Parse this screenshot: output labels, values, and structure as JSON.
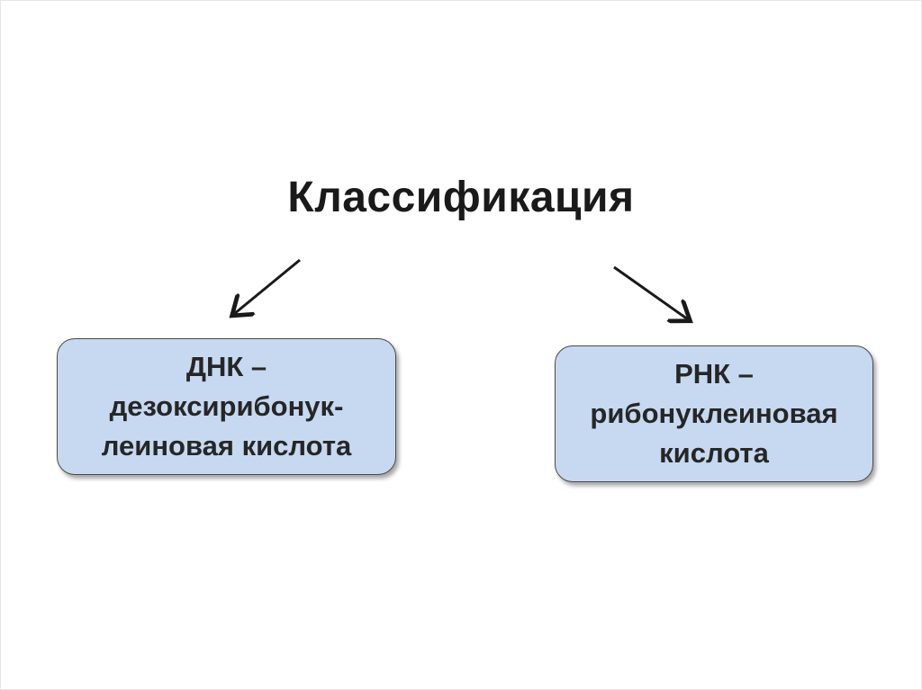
{
  "title": "Классификация",
  "boxes": [
    {
      "lines": [
        "ДНК –",
        "дезоксирибонук-",
        "леиновая кислота"
      ]
    },
    {
      "lines": [
        "РНК –",
        "рибонуклеиновая",
        "кислота"
      ]
    }
  ],
  "colors": {
    "box_fill": "#c6d9f1",
    "box_border": "#4a4a4a",
    "text": "#262626",
    "arrow": "#1a1a1a"
  }
}
